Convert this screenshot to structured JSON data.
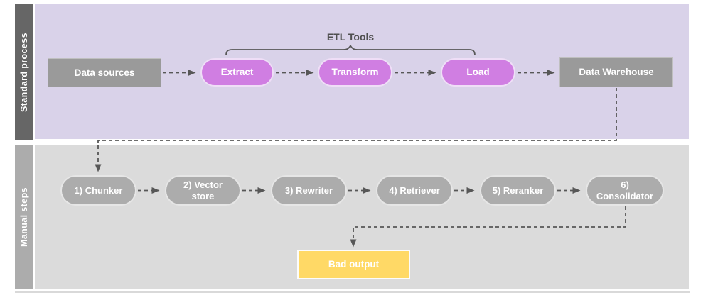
{
  "diagram": {
    "lanes": {
      "standard": {
        "label": "Standard process",
        "bracket_label": "ETL Tools",
        "nodes": {
          "data_sources": "Data sources",
          "extract": "Extract",
          "transform": "Transform",
          "load": "Load",
          "data_warehouse": "Data Warehouse"
        }
      },
      "manual": {
        "label": "Manual steps",
        "steps": [
          "1) Chunker",
          "2) Vector store",
          "3) Rewriter",
          "4) Retriever",
          "5) Reranker",
          "6) Consolidator"
        ],
        "output": "Bad output"
      }
    },
    "colors": {
      "lane_standard_bg": "#d9d2e9",
      "lane_standard_strip": "#666666",
      "lane_manual_bg": "#dbdbdb",
      "lane_manual_strip": "#acacac",
      "process_box": "#9a9a9a",
      "etl_pill": "#d07ee2",
      "manual_pill": "#acacac",
      "bad_output_box": "#ffd966",
      "connector": "#575757",
      "node_text": "#ffffff"
    }
  }
}
